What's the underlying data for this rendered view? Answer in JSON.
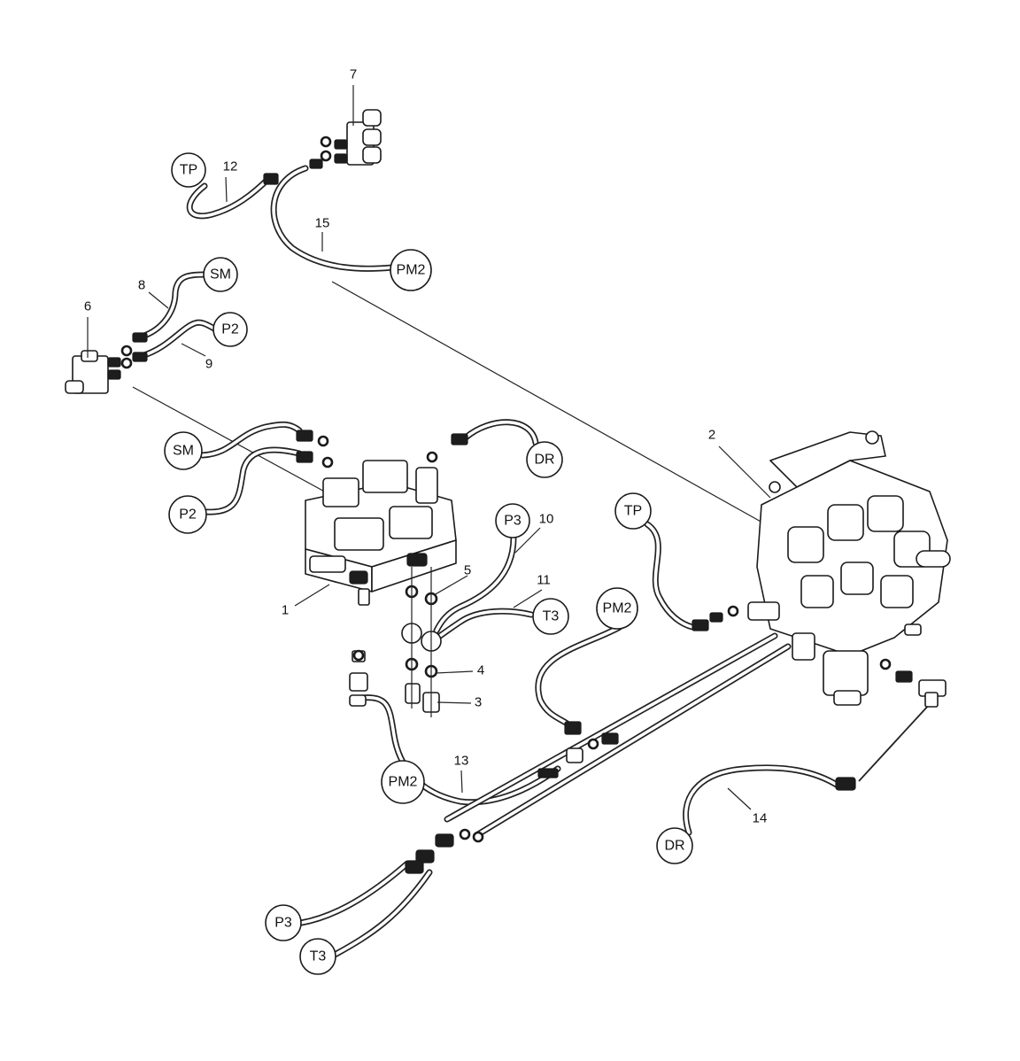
{
  "part_numbers": {
    "n1": "1",
    "n2": "2",
    "n3": "3",
    "n4": "4",
    "n5": "5",
    "n6": "6",
    "n7": "7",
    "n8": "8",
    "n9": "9",
    "n10": "10",
    "n11": "11",
    "n12": "12",
    "n13": "13",
    "n14": "14",
    "n15": "15"
  },
  "connections": {
    "tp_top": "TP",
    "pm2_top": "PM2",
    "sm_top": "SM",
    "p2_top": "P2",
    "sm_mid": "SM",
    "p2_mid": "P2",
    "dr_mid": "DR",
    "p3_mid": "P3",
    "t3_mid": "T3",
    "tp_right": "TP",
    "pm2_mid": "PM2",
    "pm2_low": "PM2",
    "dr_low": "DR",
    "p3_low": "P3",
    "t3_low": "T3"
  }
}
